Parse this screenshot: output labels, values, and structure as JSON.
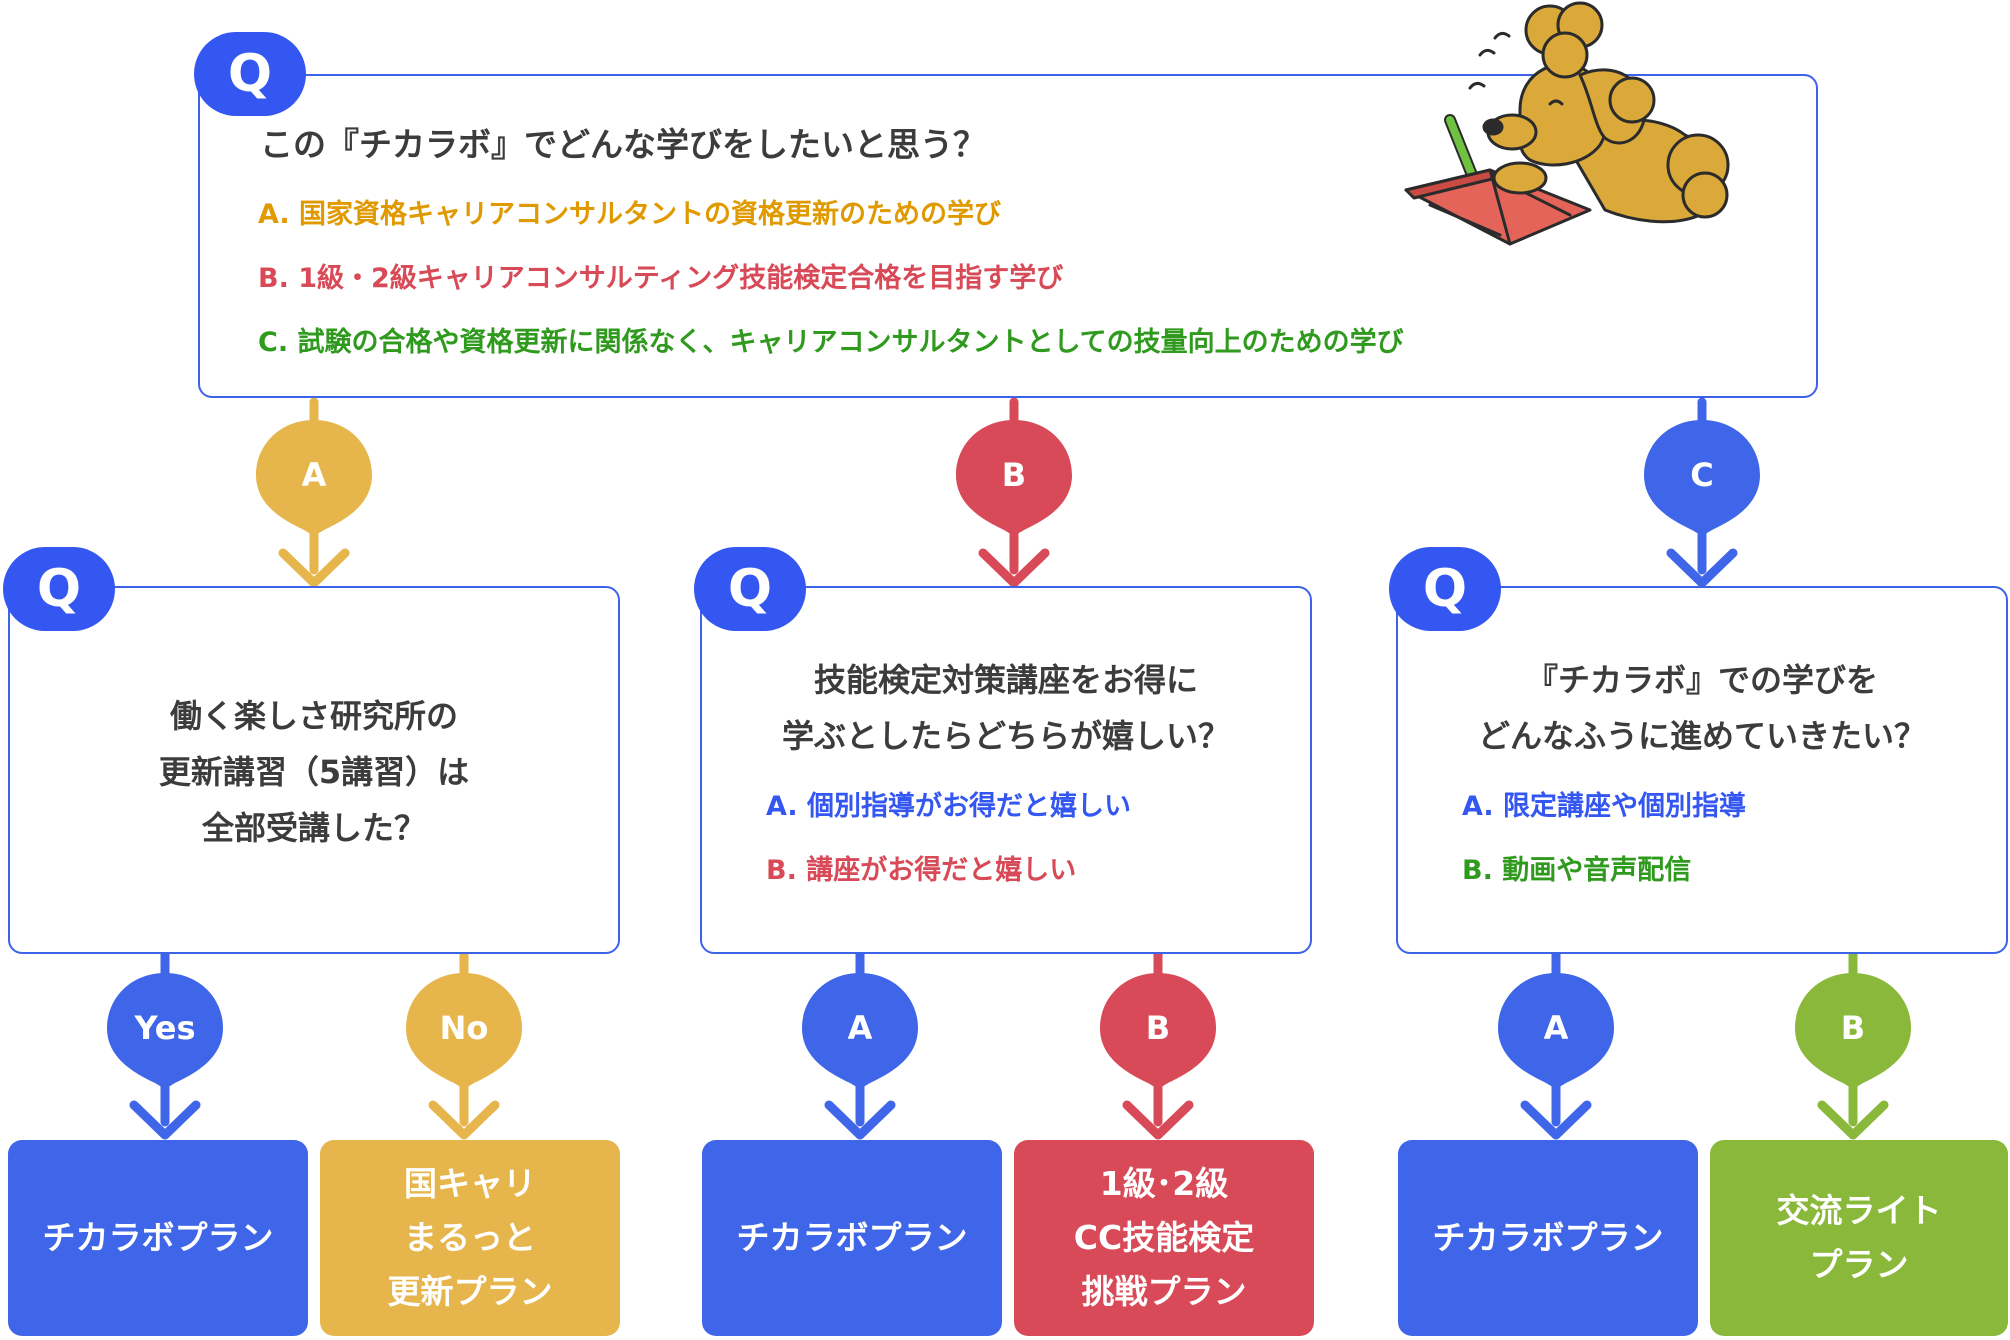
{
  "main_question": {
    "badge": "Q",
    "title": "この『チカラボ』でどんな学びをしたいと思う？",
    "options": [
      "A. 国家資格キャリアコンサルタントの資格更新のための学び",
      "B. 1級・2級キャリアコンサルティング技能検定合格を目指す学び",
      "C. 試験の合格や資格更新に関係なく、キャリアコンサルタントとしての技量向上のための学び"
    ]
  },
  "branch_labels": [
    "A",
    "B",
    "C"
  ],
  "question_a": {
    "badge": "Q",
    "lines": [
      "働く楽しさ研究所の",
      "更新講習（5講習）は",
      "全部受講した？"
    ],
    "answers": [
      "Yes",
      "No"
    ]
  },
  "question_b": {
    "badge": "Q",
    "lines": [
      "技能検定対策講座をお得に",
      "学ぶとしたらどちらが嬉しい？"
    ],
    "options": [
      "A. 個別指導がお得だと嬉しい",
      "B. 講座がお得だと嬉しい"
    ],
    "answers": [
      "A",
      "B"
    ]
  },
  "question_c": {
    "badge": "Q",
    "lines": [
      "『チカラボ』での学びを",
      "どんなふうに進めていきたい？"
    ],
    "options": [
      "A. 限定講座や個別指導",
      "B. 動画や音声配信"
    ],
    "answers": [
      "A",
      "B"
    ]
  },
  "plans": [
    "チカラボプラン",
    "国キャリ\nまるっと\n更新プラン",
    "チカラボプラン",
    "1級･2級\nCC技能検定\n挑戦プラン",
    "チカラボプラン",
    "交流ライト\nプラン"
  ],
  "colors": {
    "blue": "#3f66e8",
    "gold": "#e6b64d",
    "red": "#d84a57",
    "green": "#8ab83a",
    "option_a": "#e09a00",
    "option_b": "#d84a57",
    "option_c": "#2f9a1e",
    "option_blue": "#3357f0",
    "option_green": "#2f9a1e"
  },
  "illustration": "dog-reading-book"
}
